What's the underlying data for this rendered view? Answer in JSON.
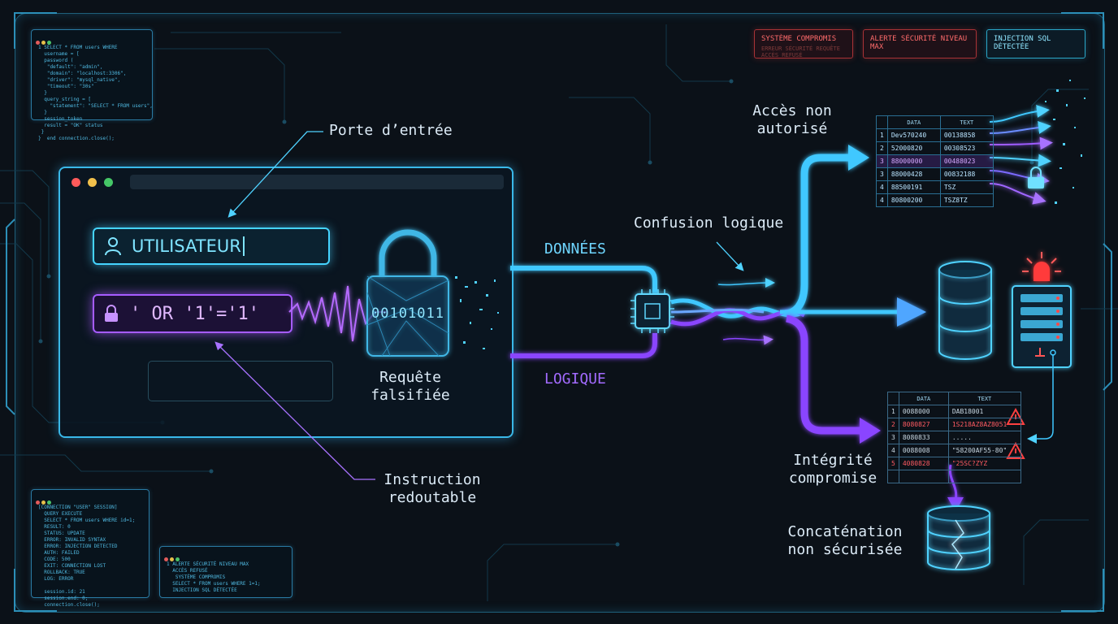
{
  "labels": {
    "gateway": "Porte d’entrée",
    "forged_line1": "Requête",
    "forged_line2": "falsifiée",
    "instruction_line1": "Instruction",
    "instruction_line2": "redoutable",
    "data_path": "DONNÉES",
    "logic_path": "LOGIQUE",
    "confusion": "Confusion logique",
    "access_line1": "Accès non",
    "access_line2": "autorisé",
    "integrity_line1": "Intégrité",
    "integrity_line2": "compromise",
    "concat_line1": "Concaténation",
    "concat_line2": "non sécurisée"
  },
  "form": {
    "username_value": "UTILISATEUR",
    "injection_value": "' OR '1'='1'"
  },
  "lock_binary": "00101011",
  "alerts": [
    {
      "title": "SYSTÈME COMPROMIS",
      "sub": "ERREUR SÉCURITÉ REQUÊTE\nACCÈS REFUSÉ",
      "color": "#ff6b6b"
    },
    {
      "title": "ALERTE SÉCURITÉ NIVEAU MAX",
      "sub": "",
      "color": "#ff6b6b"
    },
    {
      "title": "INJECTION SQL DÉTECTÉE",
      "sub": "",
      "color": "#8fe6ff"
    }
  ],
  "table_top": {
    "headers": [
      "",
      "DATA",
      "TEXT"
    ],
    "rows": [
      [
        "1",
        "Dev570240",
        "00138858"
      ],
      [
        "2",
        "52000820",
        "00308523"
      ],
      [
        "3",
        "88000000",
        "00488023"
      ],
      [
        "3",
        "88000428",
        "00832188"
      ],
      [
        "4",
        "88500191",
        "TSZ"
      ],
      [
        "4",
        "80800200",
        "TSZ8TZ"
      ]
    ]
  },
  "table_bottom": {
    "headers": [
      "",
      "DATA",
      "TEXT"
    ],
    "rows": [
      [
        "1",
        "0088000",
        "DAB18001"
      ],
      [
        "2",
        "8080827",
        "1S218AZ8AZ8051"
      ],
      [
        "3",
        "8080833",
        "....."
      ],
      [
        "4",
        "0088008",
        "\"58200AF55-80\""
      ],
      [
        "5",
        "4080828",
        "\"25SC?ZYZ"
      ]
    ]
  },
  "terminals": {
    "top_left": "1 SELECT * FROM users WHERE\n  username = [\n  password (\n   \"default\": \"admin\",\n   \"domain\": \"localhost:3306\",\n   \"driver\": \"mysql_native\",\n   \"timeout\": \"30s\"\n  }\n  query_string = [\n    \"statement\": \"SELECT * FROM users\",\n  }\n  session_token\n  result = \"OK\" status\n }\n}  end connection.close();",
    "bottom_left": "[CONNECTION \"USER\" SESSION]\n  QUERY EXECUTE\n  SELECT * FROM users WHERE id=1;\n  RESULT: 0\n  STATUS: UPDATE\n  ERROR: INVALID SYNTAX\n  ERROR: INJECTION DETECTED\n  AUTH: FAILED\n  CODE: 500\n  EXIT: CONNECTION LOST\n  ROLLBACK: TRUE\n  LOG: ERROR\n  \n  session.id: 21\n  session.end: 0;\n  connection.close();",
    "bottom_mid": "1 ALERTE SÉCURITÉ NIVEAU MAX\n  ACCÈS REFUSÉ\n   SYSTÈME COMPROMIS\n  SELECT * FROM users WHERE 1=1;\n  INJECTION SQL DÉTECTÉE"
  },
  "colors": {
    "cyan": "#3fc8ff",
    "violet": "#9b4dff",
    "alert_red": "#ff3b3b"
  }
}
